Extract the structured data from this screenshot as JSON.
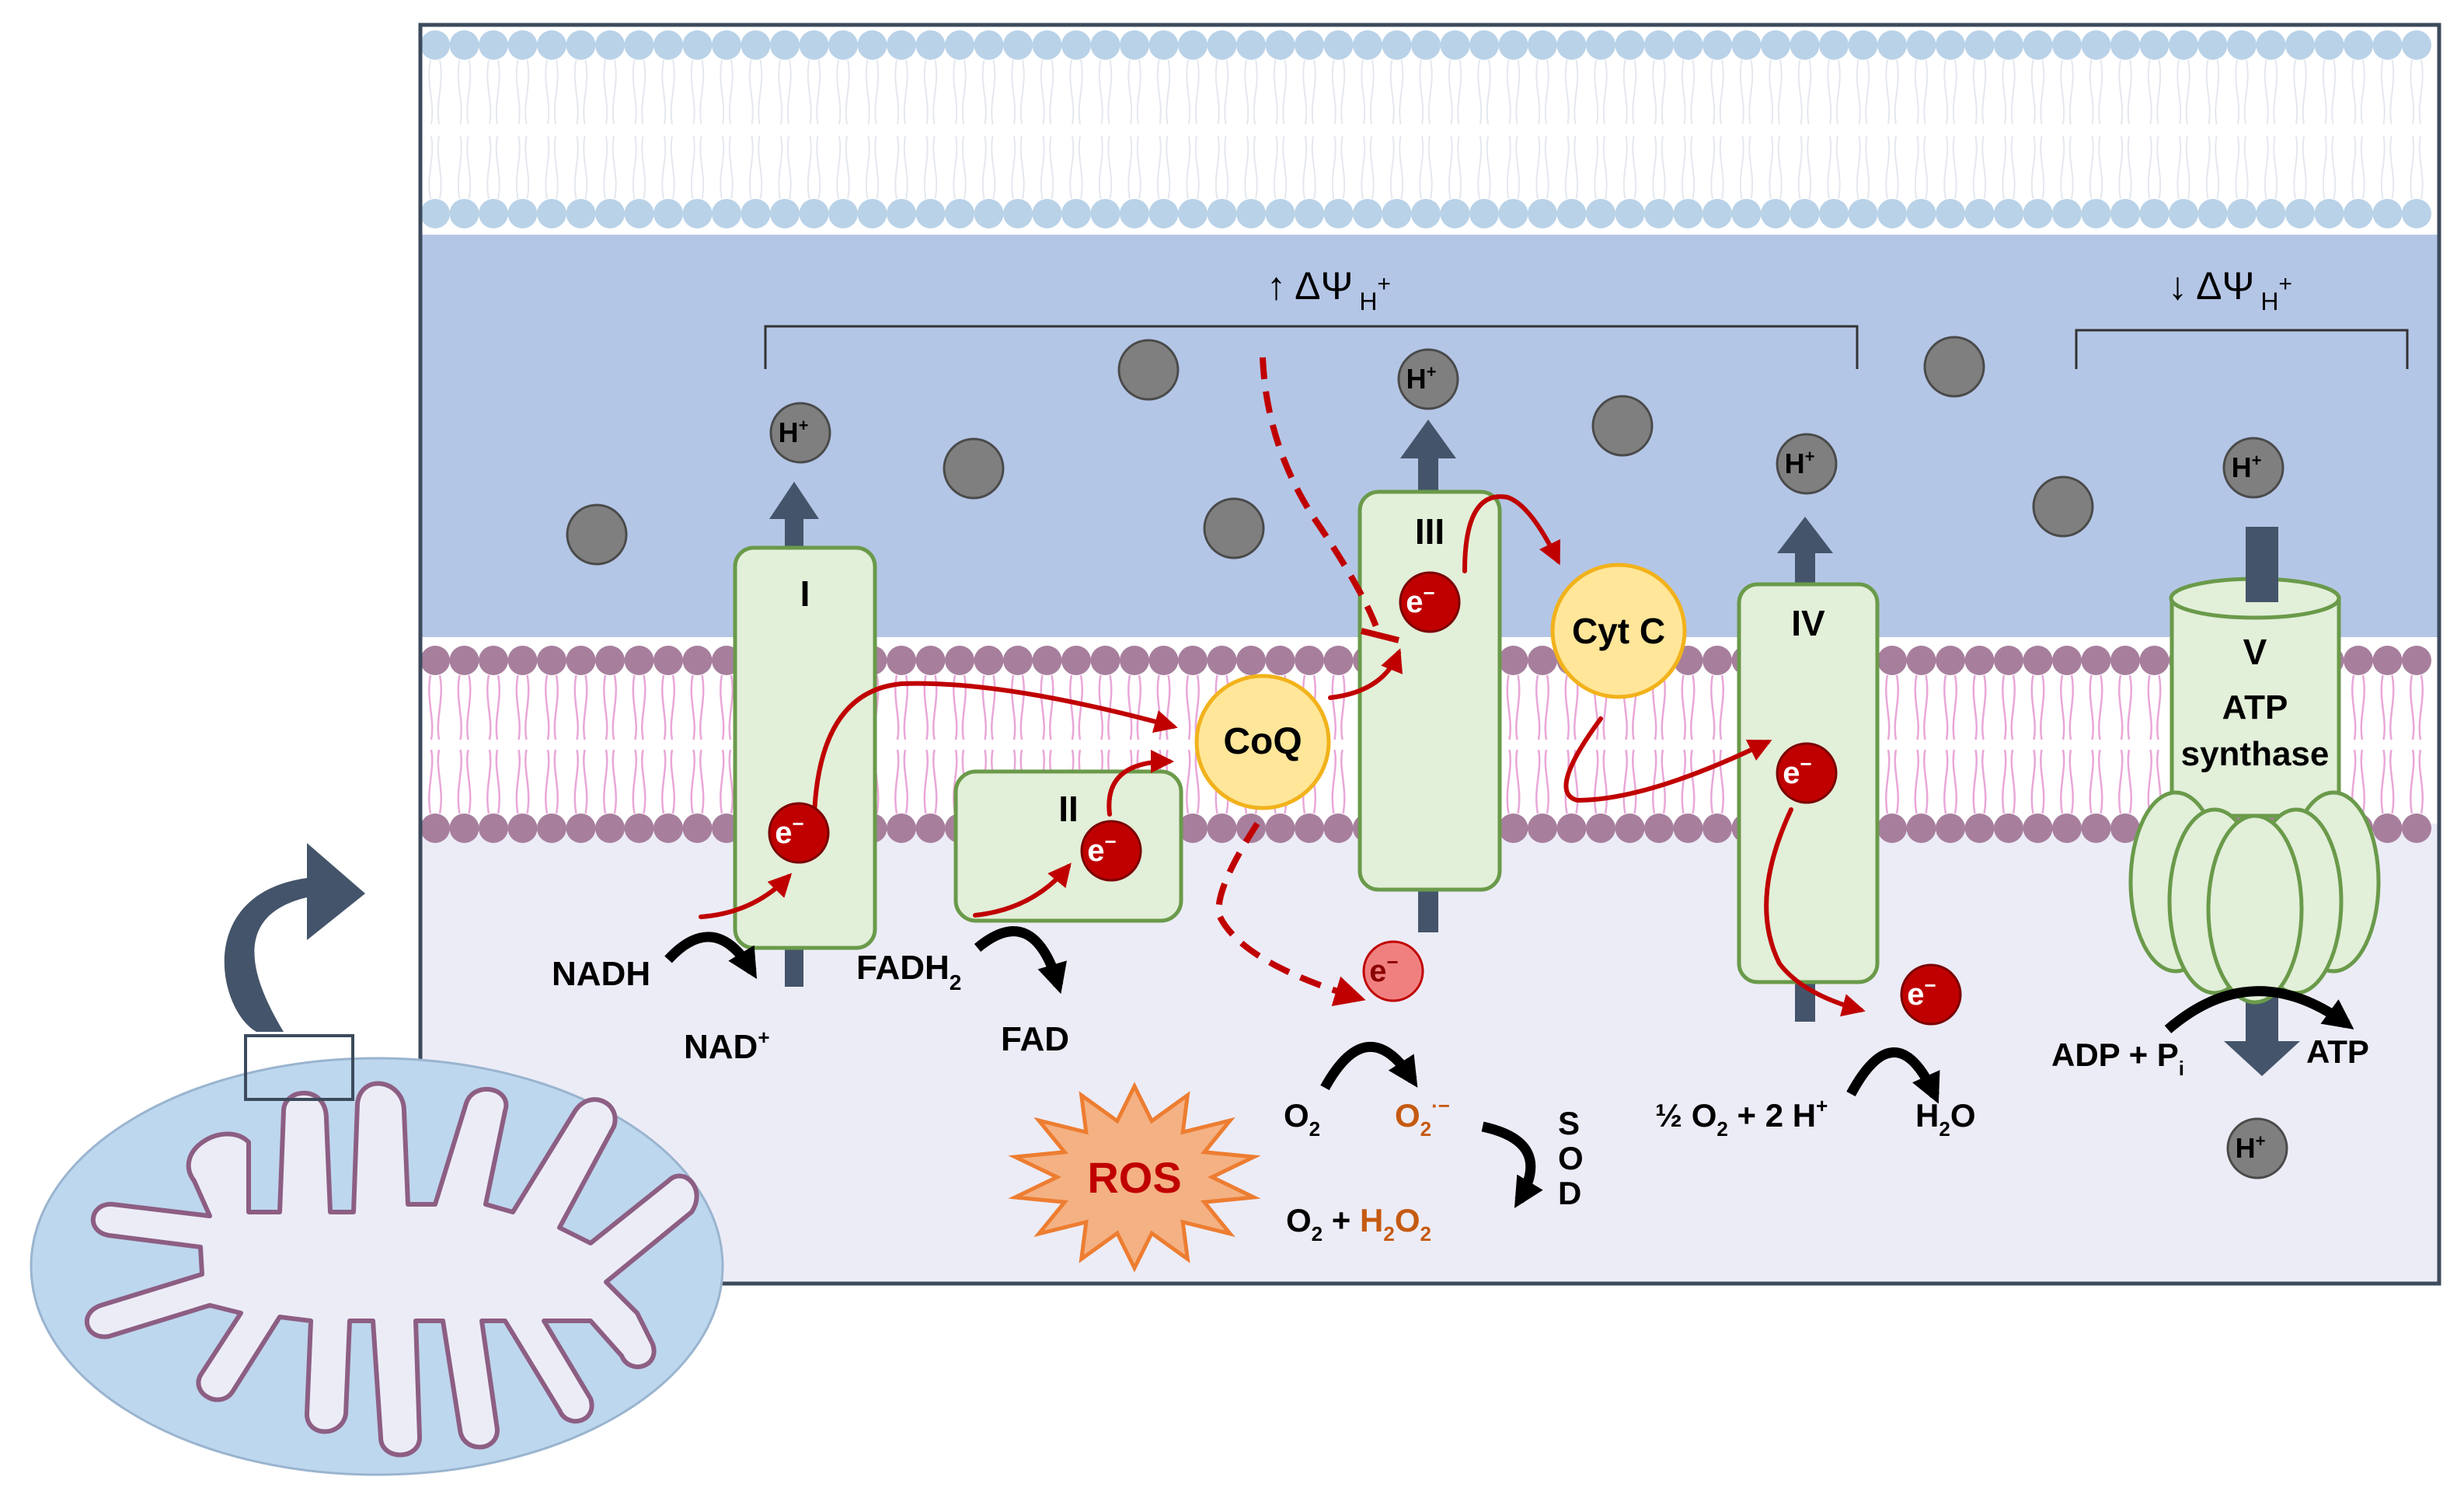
{
  "labels": {
    "delta_up": "↑ ΔΨ",
    "delta_down": "↓ ΔΨ",
    "delta_sub": "H",
    "delta_sup": "+",
    "h": "H",
    "h_sup": "+",
    "e": "e",
    "e_sup": "−",
    "complex_1": "I",
    "complex_2": "II",
    "complex_3": "III",
    "complex_4": "IV",
    "complex_5": "V",
    "atp_synthase_1": "ATP",
    "atp_synthase_2": "synthase",
    "coq": "CoQ",
    "cytc": "Cyt C",
    "nadh": "NADH",
    "nad": "NAD",
    "nad_sup": "+",
    "fadh": "FADH",
    "fadh_sub": "2",
    "fad": "FAD",
    "o2": "O",
    "o2_sub": "2",
    "superoxide": "O",
    "superoxide_sub": "2",
    "superoxide_sup": "·−",
    "o2_h2o2_a": "O",
    "o2_h2o2_sub": "2",
    "o2_h2o2_plus": " + ",
    "h2o2_h": "H",
    "h2o2_sub1": "2",
    "h2o2_o": "O",
    "h2o2_sub2": "2",
    "sod": [
      "S",
      "O",
      "D"
    ],
    "ros": "ROS",
    "half_o2_a": "½ O",
    "half_o2_sub": "2",
    "half_o2_b": " + 2 H",
    "half_o2_sup": "+",
    "h2o_h": "H",
    "h2o_sub": "2",
    "h2o_o": "O",
    "adp_pi": "ADP + P",
    "adp_pi_sub": "i",
    "atp": "ATP"
  },
  "colors": {
    "ims": "#b4c6e6",
    "matrix": "#ececf7",
    "outer_bead": "#b9d2e8",
    "inner_bead": "#a77f9d",
    "inner_tail": "#e9a7d8",
    "complex_fill": "#e2efd9",
    "complex_stroke": "#6a9a4a",
    "electron": "#c00000",
    "electron_light": "#f08080",
    "proton": "#7f7f7f",
    "coq_fill": "#ffe699",
    "coq_stroke": "#f2b21b",
    "arrow_dark": "#44546a",
    "ros_fill": "#f4b183",
    "ros_stroke": "#ed7d31",
    "ros_text": "#c00000",
    "orange_text": "#c55a11",
    "mito_fill": "#bdd7ee",
    "mito_inner": "#ececf7",
    "mito_stroke": "#8d5e83"
  }
}
